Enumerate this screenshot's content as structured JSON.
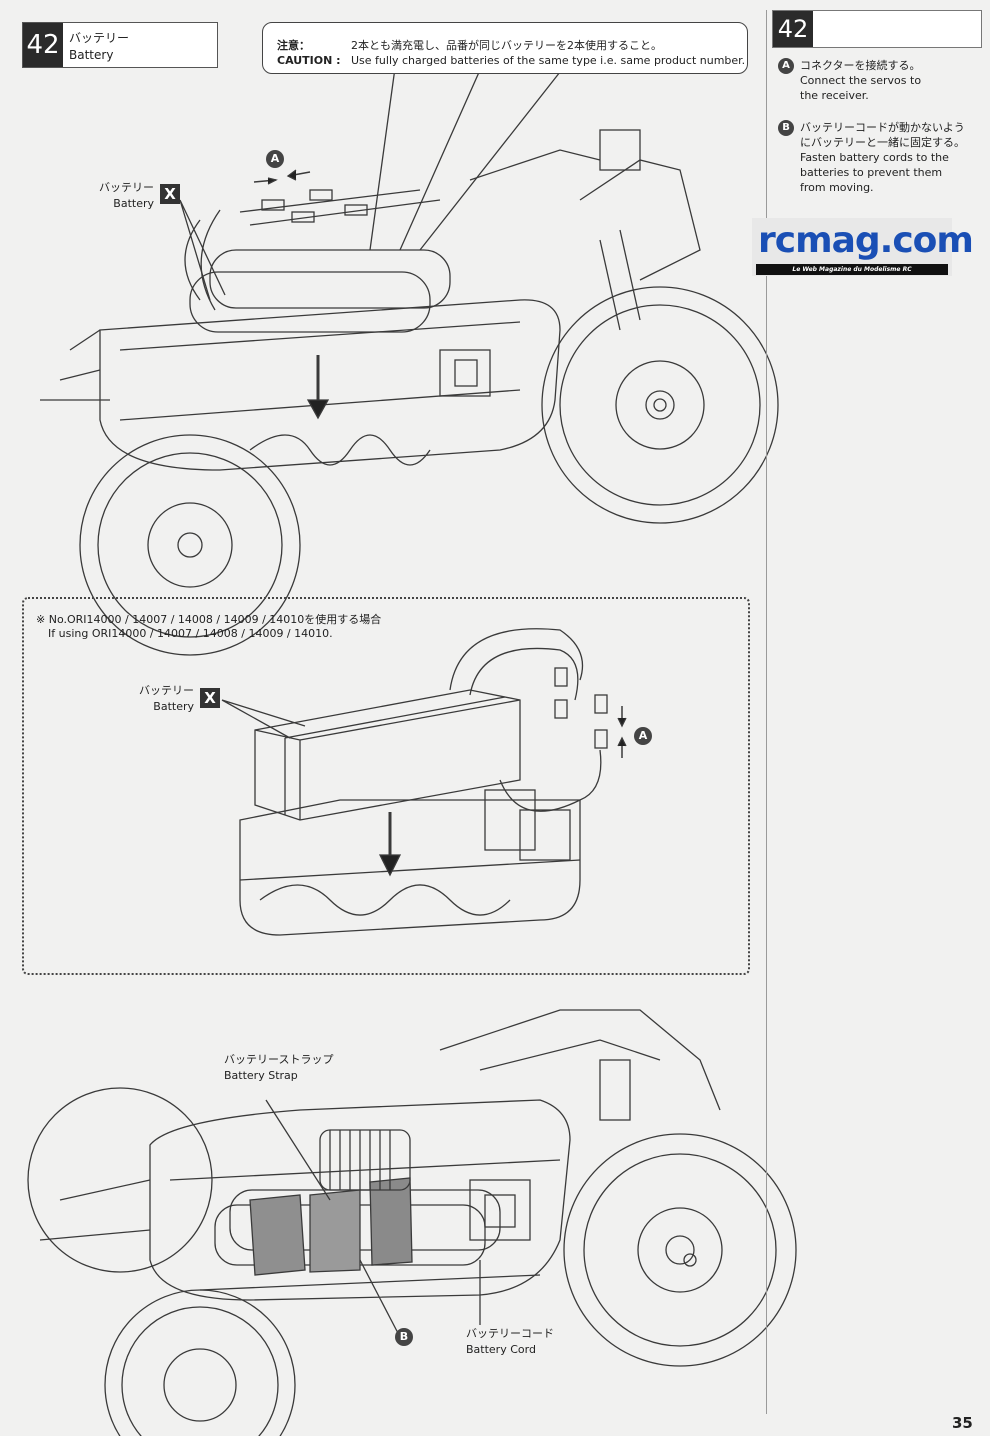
{
  "step": {
    "number": "42",
    "title_jp": "バッテリー",
    "title_en": "Battery"
  },
  "caution": {
    "label_jp": "注意：",
    "label_en": "CAUTION :",
    "text_jp": "2本とも満充電し、品番が同じバッテリーを2本使用すること。",
    "text_en": "Use fully charged batteries of the same type i.e. same product number."
  },
  "fig1": {
    "battery_jp": "バッテリー",
    "battery_en": "Battery",
    "x_mark": "X",
    "a_mark": "A"
  },
  "fig2": {
    "note_jp": "※ No.ORI14000 / 14007 / 14008 / 14009 / 14010を使用する場合",
    "note_en": "If using ORI14000 / 14007 / 14008 / 14009 / 14010.",
    "battery_jp": "バッテリー",
    "battery_en": "Battery",
    "x_mark": "X",
    "a_mark": "A"
  },
  "fig3": {
    "strap_jp": "バッテリーストラップ",
    "strap_en": "Battery Strap",
    "cord_jp": "バッテリーコード",
    "cord_en": "Battery Cord",
    "b_mark": "B"
  },
  "sidebar": {
    "number": "42",
    "items": [
      {
        "mark": "A",
        "jp": "コネクターを接続する。",
        "en": "Connect the servos to the receiver."
      },
      {
        "mark": "B",
        "jp": "バッテリーコードが動かないようにバッテリーと一緒に固定する。",
        "en": "Fasten battery cords to the batteries to prevent them from moving."
      }
    ]
  },
  "logo": {
    "word": "rcmag.com",
    "tagline": "Le Web Magazine du Modelisme RC",
    "color": "#1a4fb5"
  },
  "page_number": "35"
}
